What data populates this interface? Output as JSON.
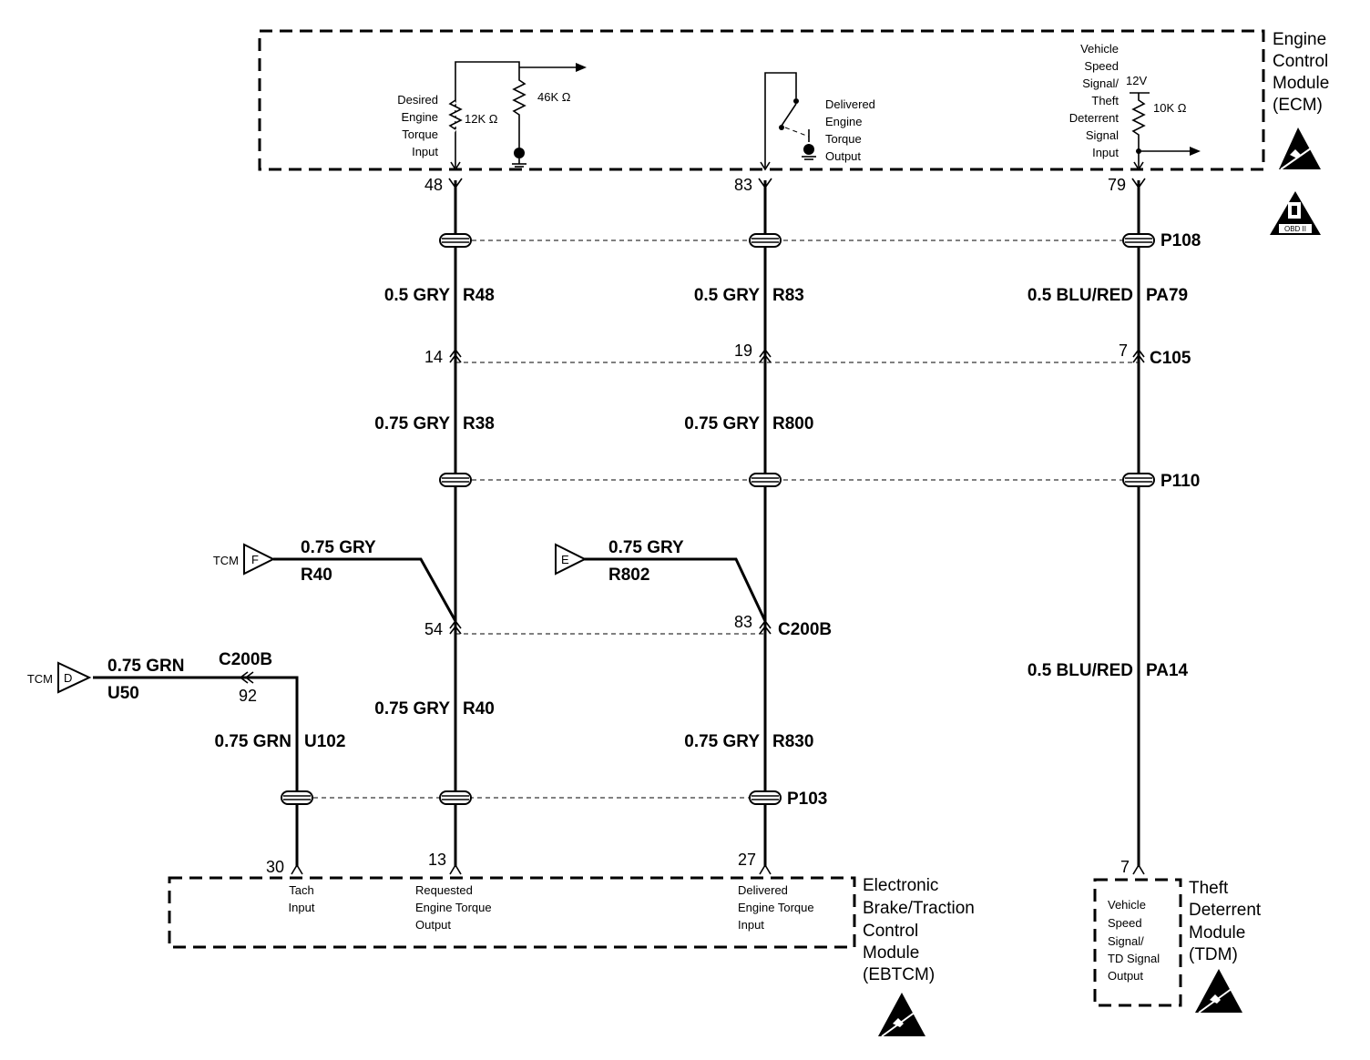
{
  "ecm": {
    "name_lines": [
      "Engine",
      "Control",
      "Module",
      "(ECM)"
    ],
    "desired_lines": [
      "Desired",
      "Engine",
      "Torque",
      "Input"
    ],
    "r12": "12K Ω",
    "r46": "46K Ω",
    "delivered_lines": [
      "Delivered",
      "Engine",
      "Torque",
      "Output"
    ],
    "vss_lines": [
      "Vehicle",
      "Speed",
      "Signal/",
      "Theft",
      "Deterrent",
      "Signal",
      "Input"
    ],
    "v12": "12V",
    "r10": "10K Ω",
    "obd": "OBD II"
  },
  "pins": {
    "ecm48": "48",
    "ecm83": "83",
    "ecm79": "79",
    "c105_14": "14",
    "c105_19": "19",
    "c105_7": "7",
    "c200b_54": "54",
    "c200b_83": "83",
    "c200b_92": "92",
    "eb30": "30",
    "eb13": "13",
    "eb27": "27",
    "tdm7": "7"
  },
  "connectors": {
    "p108": "P108",
    "c105": "C105",
    "p110": "P110",
    "c200b": "C200B",
    "c200b_left": "C200B",
    "p103": "P103"
  },
  "wires": {
    "w1_a": "0.5 GRY",
    "w1_b": "R48",
    "w2_a": "0.5 GRY",
    "w2_b": "R83",
    "w3_a": "0.5 BLU/RED",
    "w3_b": "PA79",
    "w4_a": "0.75 GRY",
    "w4_b": "R38",
    "w5_a": "0.75 GRY",
    "w5_b": "R800",
    "w6_a": "0.75 GRY",
    "w6_b": "R40",
    "w7_a": "0.75 GRY",
    "w7_b": "R802",
    "w8_a": "0.75 GRN",
    "w8_b": "U50",
    "w9_a": "0.75 GRY",
    "w9_b": "R40",
    "w10_a": "0.75 GRY",
    "w10_b": "R830",
    "w11_a": "0.75 GRN",
    "w11_b": "U102",
    "w12_a": "0.5 BLU/RED",
    "w12_b": "PA14"
  },
  "tcm": {
    "label_f": "TCM",
    "letter_f": "F",
    "letter_e": "E",
    "label_d": "TCM",
    "letter_d": "D"
  },
  "ebtcm": {
    "name_lines": [
      "Electronic",
      "Brake/Traction",
      "Control",
      "Module",
      "(EBTCM)"
    ],
    "tach_lines": [
      "Tach",
      "Input"
    ],
    "req_lines": [
      "Requested",
      "Engine Torque",
      "Output"
    ],
    "del_lines": [
      "Delivered",
      "Engine Torque",
      "Input"
    ]
  },
  "tdm": {
    "name_lines": [
      "Theft",
      "Deterrent",
      "Module",
      "(TDM)"
    ],
    "inner_lines": [
      "Vehicle",
      "Speed",
      "Signal/",
      "TD Signal",
      "Output"
    ]
  }
}
